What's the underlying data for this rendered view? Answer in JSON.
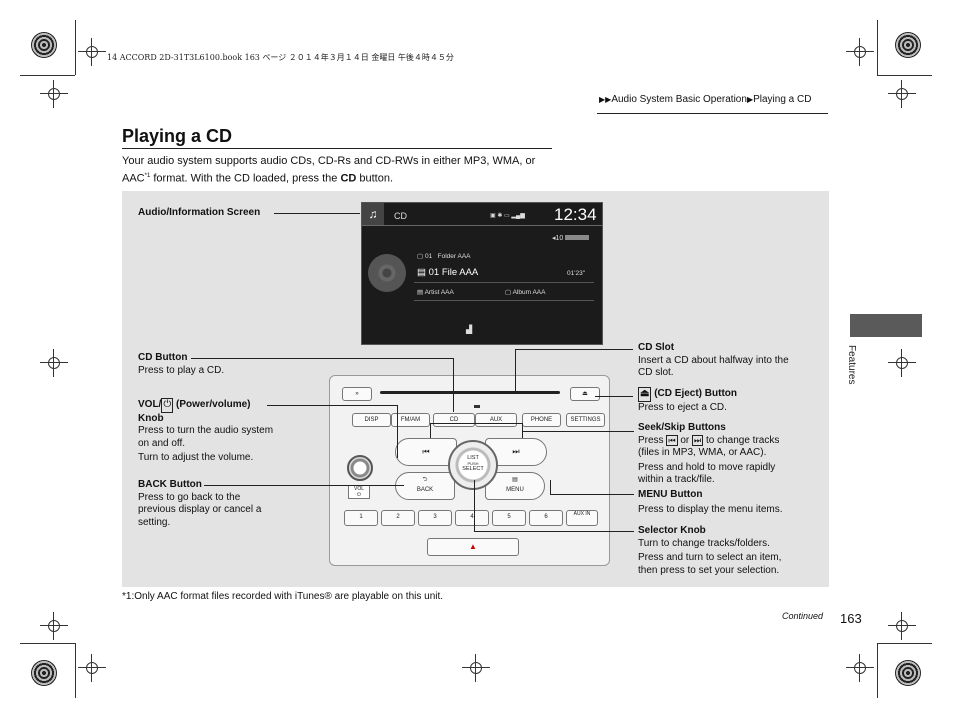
{
  "header_line": "14 ACCORD 2D-31T3L6100.book  163 ページ  ２０１４年３月１４日  金曜日  午後４時４５分",
  "breadcrumb": {
    "prefix": "▶▶",
    "part1": "Audio System Basic Operation",
    "sep": "▶",
    "part2": "Playing a CD"
  },
  "title": "Playing a CD",
  "intro": {
    "line1": "Your audio system supports audio CDs, CD-Rs and CD-RWs in either MP3, WMA, or",
    "line2a": "AAC",
    "line2sup": "*1",
    "line2b": " format. With the CD loaded, press the ",
    "line2bold": "CD",
    "line2c": " button."
  },
  "screen": {
    "source": "CD",
    "time": "12:34",
    "volume": "10",
    "folder_num": "01",
    "folder": "Folder AAA",
    "file": "01 File AAA",
    "elapsed": "01'23\"",
    "artist": "Artist AAA",
    "album": "Album AAA"
  },
  "radio": {
    "top_buttons": [
      "DISP",
      "FM/AM",
      "CD",
      "AUX",
      "PHONE",
      "SETTINGS"
    ],
    "presets": [
      "1",
      "2",
      "3",
      "4",
      "5",
      "6",
      "AUX IN"
    ],
    "knob_top": "LIST",
    "knob_mid": "PUSH",
    "knob_bottom": "SELECT",
    "back": "BACK",
    "menu": "MENU",
    "vol": "VOL"
  },
  "labels": {
    "audio_screen": "Audio/Information Screen",
    "cd_button": "CD Button",
    "cd_button_desc": "Press to play a CD.",
    "vol_title_a": "VOL/",
    "vol_title_b": " (Power/volume)",
    "vol_title_c": "Knob",
    "vol_desc1": "Press to turn the audio system",
    "vol_desc2": "on and off.",
    "vol_desc3": "Turn to adjust the volume.",
    "back_title": "BACK Button",
    "back_desc1": "Press to go back to the",
    "back_desc2": "previous display or cancel a",
    "back_desc3": "setting.",
    "cdslot_title": "CD Slot",
    "cdslot_desc1": "Insert a CD about halfway into the",
    "cdslot_desc2": "CD slot.",
    "eject_title": " (CD Eject) Button",
    "eject_desc": "Press to eject a CD.",
    "seek_title": "Seek/Skip Buttons",
    "seek_desc1a": "Press ",
    "seek_desc1b": " or ",
    "seek_desc1c": " to change tracks",
    "seek_desc2": "(files in MP3, WMA, or AAC).",
    "seek_desc3": "Press and hold to move rapidly",
    "seek_desc4": "within a track/file.",
    "menu_title": "MENU Button",
    "menu_desc": "Press to display the menu items.",
    "selector_title": "Selector Knob",
    "selector_desc1": "Turn to change tracks/folders.",
    "selector_desc2": "Press and turn to select an item,",
    "selector_desc3": "then press to set your selection."
  },
  "footnote": "*1:Only AAC format files recorded with iTunes® are playable on this unit.",
  "continued": "Continued",
  "page_number": "163",
  "side_tab": "Features"
}
